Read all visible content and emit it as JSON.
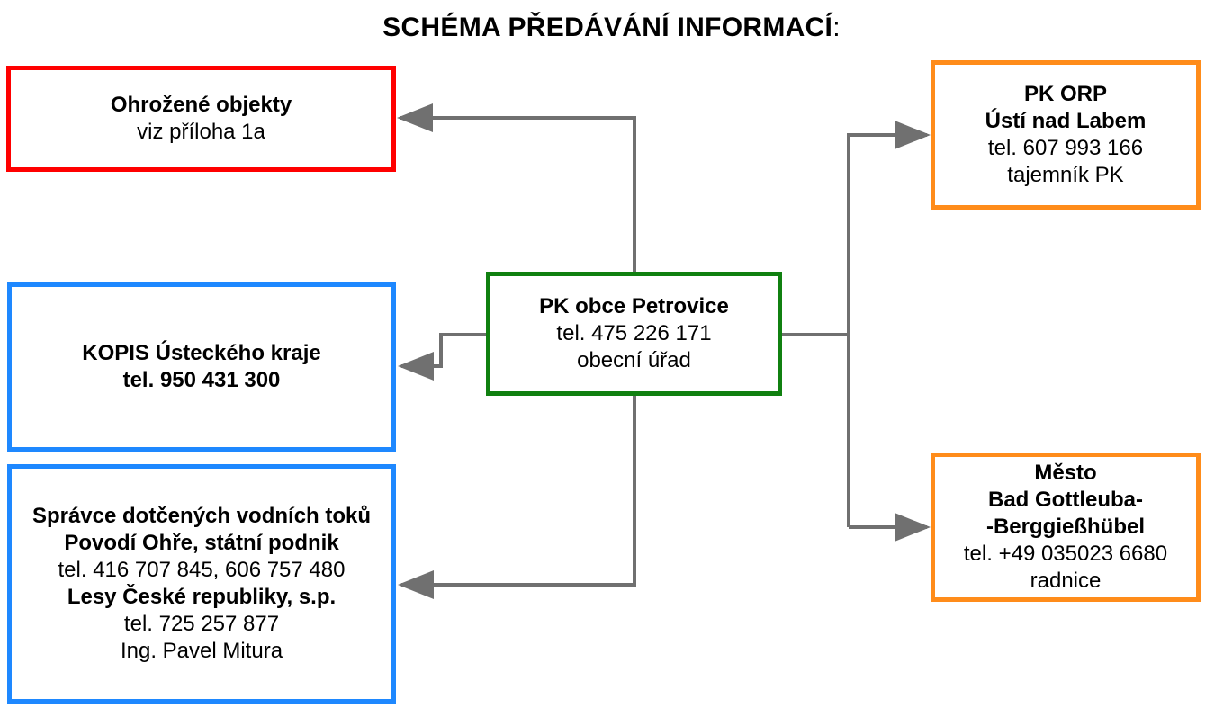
{
  "title": "SCHÉMA PŘEDÁVÁNÍ INFORMACÍ",
  "title_colon": ":",
  "colors": {
    "red": "#ff0000",
    "blue": "#1e88ff",
    "green": "#108010",
    "orange": "#ff8c1a",
    "connector": "#707070"
  },
  "center": {
    "name": "PK obce Petrovice",
    "tel": "tel. 475 226 171",
    "note": "obecní úřad"
  },
  "threatened": {
    "name": "Ohrožené objekty",
    "note": "viz příloha 1a"
  },
  "kopis": {
    "name": "KOPIS Ústeckého kraje",
    "tel": "tel. 950 431 300"
  },
  "water": {
    "line1": "Správce dotčených vodních toků",
    "line2": "Povodí Ohře, státní podnik",
    "line3": "tel. 416 707 845, 606 757 480",
    "line4": "Lesy České republiky, s.p.",
    "line5": "tel. 725 257 877",
    "line6": "Ing. Pavel Mitura"
  },
  "orp": {
    "line1": "PK ORP",
    "line2": "Ústí nad Labem",
    "line3": "tel. 607 993 166",
    "line4": "tajemník PK"
  },
  "town": {
    "line1": "Město",
    "line2": "Bad Gottleuba-",
    "line3": "-Berggießhübel",
    "line4": "tel. +49 035023 6680",
    "line5": "radnice"
  }
}
